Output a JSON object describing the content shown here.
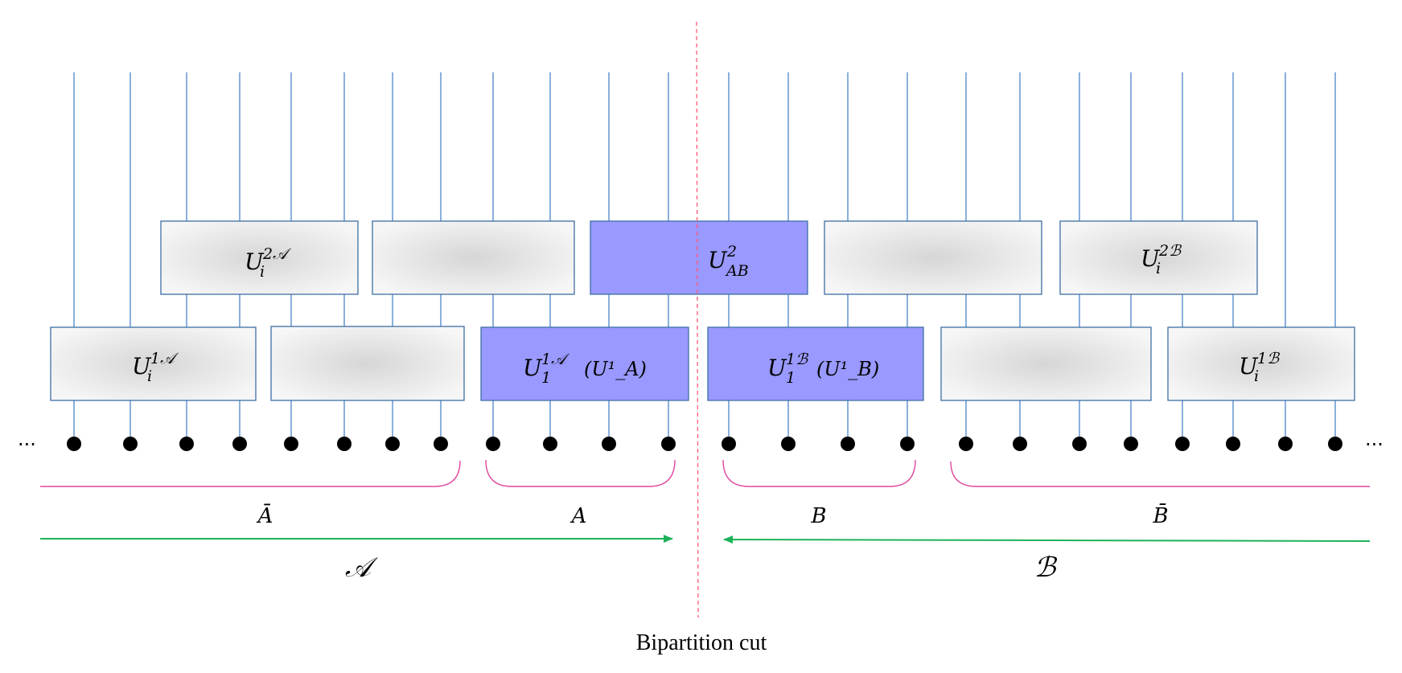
{
  "gates_layer2": [
    {
      "label": "U",
      "sup": "2𝒜",
      "sub": "i",
      "style": "grey"
    },
    {
      "label": "",
      "sup": "",
      "sub": "",
      "style": "grey"
    },
    {
      "label": "U",
      "sup": "2",
      "sub": "AB",
      "style": "blue"
    },
    {
      "label": "",
      "sup": "",
      "sub": "",
      "style": "grey"
    },
    {
      "label": "U",
      "sup": "2ℬ",
      "sub": "i",
      "style": "grey"
    }
  ],
  "gates_layer1": [
    {
      "label": "U",
      "sup": "1𝒜",
      "sub": "i",
      "extra": "",
      "style": "grey"
    },
    {
      "label": "",
      "sup": "",
      "sub": "",
      "extra": "",
      "style": "grey"
    },
    {
      "label": "U",
      "sup": "1𝒜",
      "sub": "1",
      "extra": "(U¹_A)",
      "style": "blue"
    },
    {
      "label": "U",
      "sup": "1ℬ",
      "sub": "1",
      "extra": "(U¹_B)",
      "style": "blue"
    },
    {
      "label": "",
      "sup": "",
      "sub": "",
      "extra": "",
      "style": "grey"
    },
    {
      "label": "U",
      "sup": "1ℬ",
      "sub": "i",
      "extra": "",
      "style": "grey"
    }
  ],
  "ellipsis_left": "...",
  "ellipsis_right": "...",
  "region_labels": {
    "a_bar": "Ā",
    "a": "A",
    "b": "B",
    "b_bar": "B̄"
  },
  "arrow_labels": {
    "left": "𝒜",
    "right": "ℬ"
  },
  "cut_label": "Bipartition cut",
  "colors": {
    "wire": "#4a86c8",
    "gate_border": "#3f6fa5",
    "gate_blue": "#9999ff",
    "gate_grey_center": "#d8d8d8",
    "gate_grey_edge": "#f6f6f6",
    "cut": "#ff5a7a",
    "brace": "#e0479e",
    "arrow": "#1db35a"
  }
}
